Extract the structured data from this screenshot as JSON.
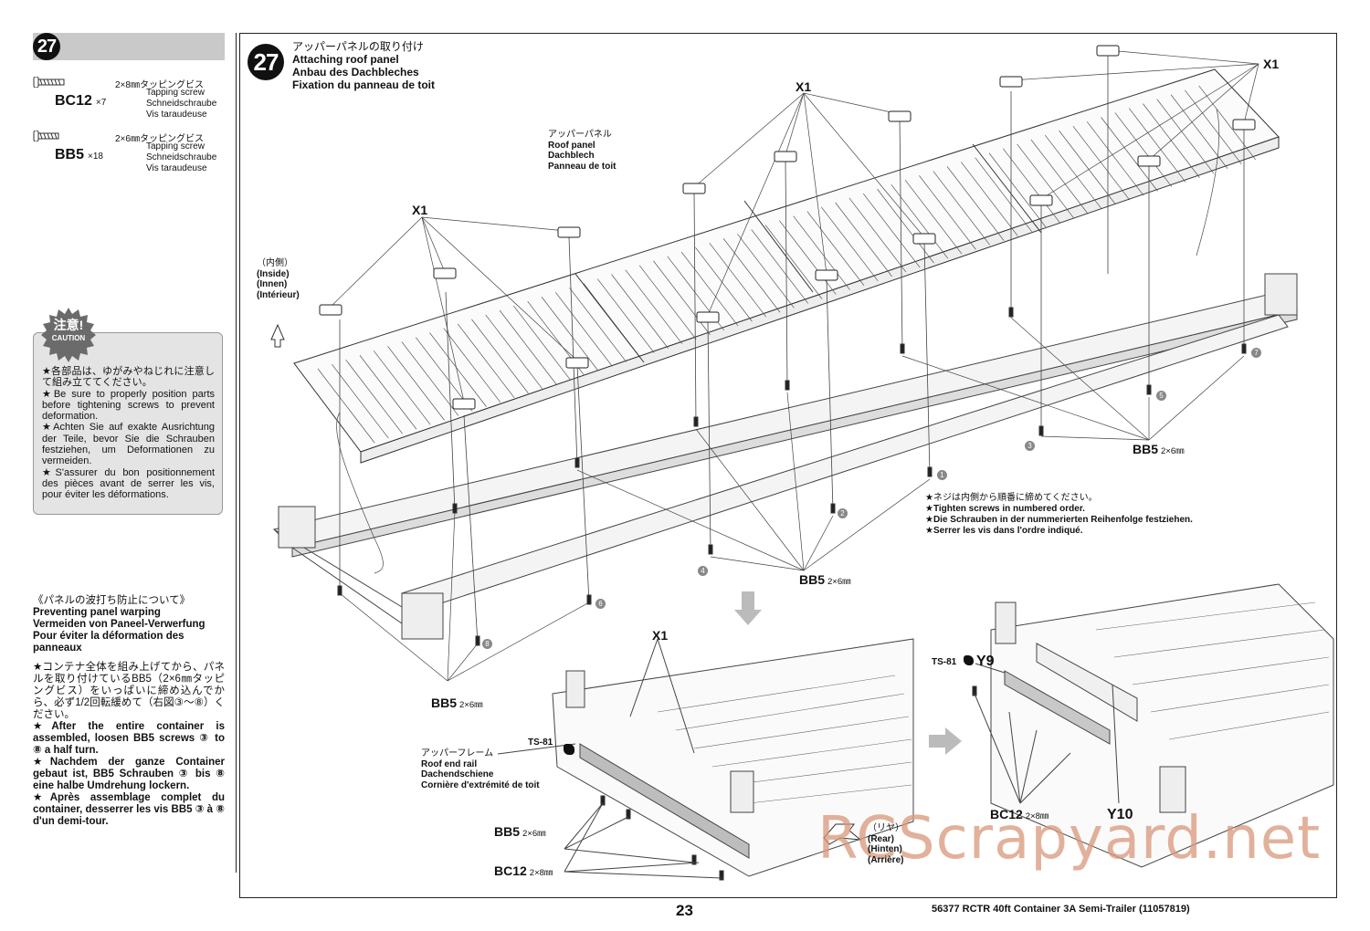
{
  "sidebar": {
    "step_number": "27",
    "screws": [
      {
        "code": "BC12",
        "qty": "×7",
        "size_jp": "2×8㎜タッピングビス",
        "desc_en": "Tapping screw",
        "desc_de": "Schneidschraube",
        "desc_fr": "Vis taraudeuse"
      },
      {
        "code": "BB5",
        "qty": "×18",
        "size_jp": "2×6㎜タッピングビス",
        "desc_en": "Tapping screw",
        "desc_de": "Schneidschraube",
        "desc_fr": "Vis taraudeuse"
      }
    ],
    "caution": {
      "badge_jp": "注意!",
      "badge_en": "CAUTION",
      "lines": [
        "★各部品は、ゆがみやねじれに注意して組み立ててください。",
        "★Be sure to properly position parts before tightening screws to prevent deformation.",
        "★Achten Sie auf exakte Ausrichtung der Teile, bevor Sie die Schrauben festziehen, um Deformationen zu vermeiden.",
        "★S'assurer du bon positionnement des pièces avant de serrer les vis, pour éviter les déformations."
      ]
    },
    "warping": {
      "title_jp": "《パネルの波打ち防止について》",
      "title_en": "Preventing panel warping",
      "title_de": "Vermeiden von Paneel-Verwerfung",
      "title_fr": "Pour éviter la déformation des panneaux",
      "text_jp": "★コンテナ全体を組み上げてから、パネルを取り付けているBB5（2×6㎜タッピングビス）をいっぱいに締め込んでから、必ず1/2回転緩めて（右図③〜⑧）ください。",
      "text_en": "★After the entire container is assembled, loosen BB5 screws ③ to ⑧ a half turn.",
      "text_de": "★Nachdem der ganze Container gebaut ist, BB5 Schrauben ③ bis ⑧ eine halbe Umdrehung lockern.",
      "text_fr": "★Après assemblage complet du container, desserrer les vis BB5 ③ à ⑧ d'un demi-tour."
    }
  },
  "main": {
    "step_number": "27",
    "title_jp": "アッパーパネルの取り付け",
    "title_en": "Attaching roof panel",
    "title_de": "Anbau des Dachbleches",
    "title_fr": "Fixation du panneau de toit",
    "roof_panel": {
      "jp": "アッパーパネル",
      "en": "Roof panel",
      "de": "Dachblech",
      "fr": "Panneau de toit"
    },
    "inside": {
      "jp": "（内側）",
      "en": "(Inside)",
      "de": "(Innen)",
      "fr": "(Intérieur)"
    },
    "rear": {
      "jp": "（リヤ）",
      "en": "(Rear)",
      "de": "(Hinten)",
      "fr": "(Arrière)"
    },
    "part_x1": "X1",
    "bb5": {
      "code": "BB5",
      "size": "2×6㎜"
    },
    "bc12": {
      "code": "BC12",
      "size": "2×8㎜"
    },
    "screw_order_numbers": [
      "1",
      "2",
      "3",
      "4",
      "5",
      "6",
      "7",
      "8"
    ],
    "order_notes": [
      "★ネジは内側から順番に締めてください。",
      "★Tighten screws in numbered order.",
      "★Die Schrauben in der nummerierten Reihenfolge festziehen.",
      "★Serrer les vis dans l'ordre indiqué."
    ],
    "roof_end_rail": {
      "jp": "アッパーフレーム",
      "en": "Roof end rail",
      "de": "Dachendschiene",
      "fr": "Cornière d'extrémité de toit"
    },
    "ts81": "TS-81",
    "part_y9": "Y9",
    "part_y10": "Y10"
  },
  "footer": {
    "page_number": "23",
    "product": "56377  RCTR 40ft Container 3A Semi-Trailer (11057819)"
  },
  "watermark": "RCScrapyard.net"
}
